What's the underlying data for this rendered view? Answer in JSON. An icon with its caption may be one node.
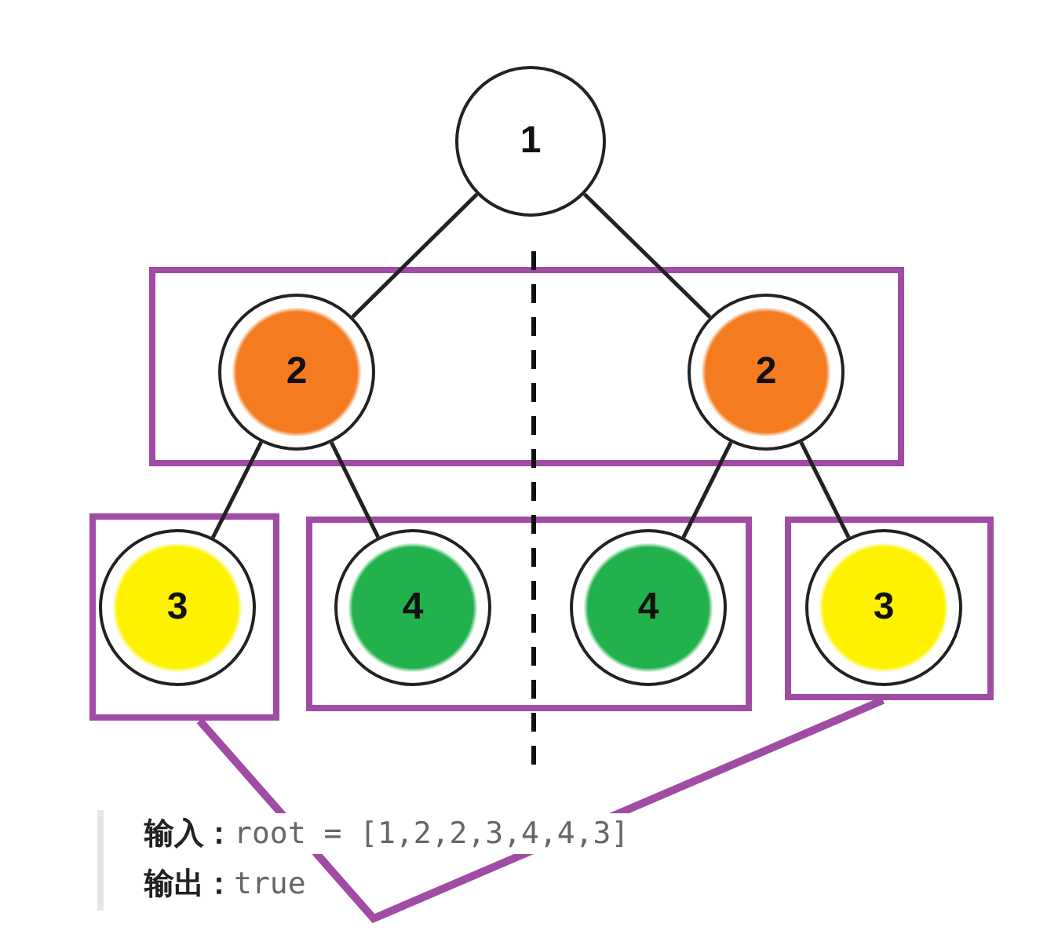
{
  "diagram": {
    "nodes": [
      {
        "text": [
          "1"
        ]
      },
      {
        "text": [],
        "shape": "box"
      },
      {
        "text": [
          "2"
        ],
        "in": 1
      },
      {
        "text": [
          "2"
        ],
        "in": 1
      },
      {
        "text": [],
        "shape": "box"
      },
      {
        "text": [
          "3"
        ],
        "in": 4
      },
      {
        "text": [],
        "shape": "box"
      },
      {
        "text": [
          "4"
        ],
        "in": 6
      },
      {
        "text": [
          "4"
        ],
        "in": 6
      },
      {
        "text": [],
        "shape": "box"
      },
      {
        "text": [
          "3"
        ],
        "in": 9
      }
    ],
    "edges": [
      {
        "from": 0,
        "to": 2,
        "arrow": "none"
      },
      {
        "from": 0,
        "to": 3,
        "arrow": "none"
      },
      {
        "from": 2,
        "to": 5,
        "arrow": "none"
      },
      {
        "from": 2,
        "to": 7,
        "arrow": "none"
      },
      {
        "from": 3,
        "to": 8,
        "arrow": "none"
      },
      {
        "from": 3,
        "to": 10,
        "arrow": "none"
      },
      {
        "from": 4,
        "to": 9,
        "arrow": "none",
        "color": "#a04ca4",
        "style": "thick"
      }
    ],
    "labels": [
      "**输入：**root = [1,2,2,3,4,4,3]",
      "**输出：**true"
    ]
  }
}
